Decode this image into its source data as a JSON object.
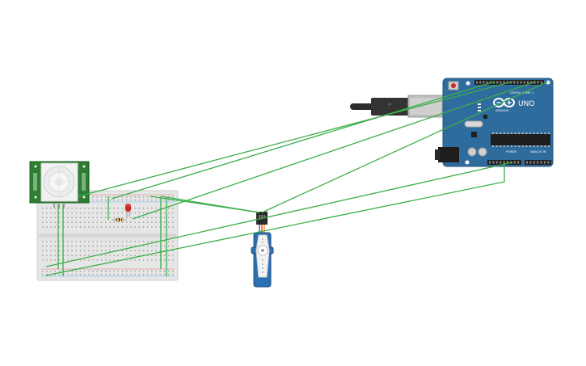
{
  "board": {
    "brand": "ARDUINO",
    "model": "UNO",
    "digital_header_label": "DIGITAL (PWM~)",
    "power_header_label": "POWER",
    "analog_header_label": "ANALOG IN"
  },
  "colors": {
    "board_blue": "#2f6c9e",
    "wire_green": "#3cae49",
    "sensor_green": "#2e7d32",
    "servo_blue": "#2d6fb3",
    "breadboard": "#e4e4e4",
    "led_red": "#b71c1c"
  }
}
